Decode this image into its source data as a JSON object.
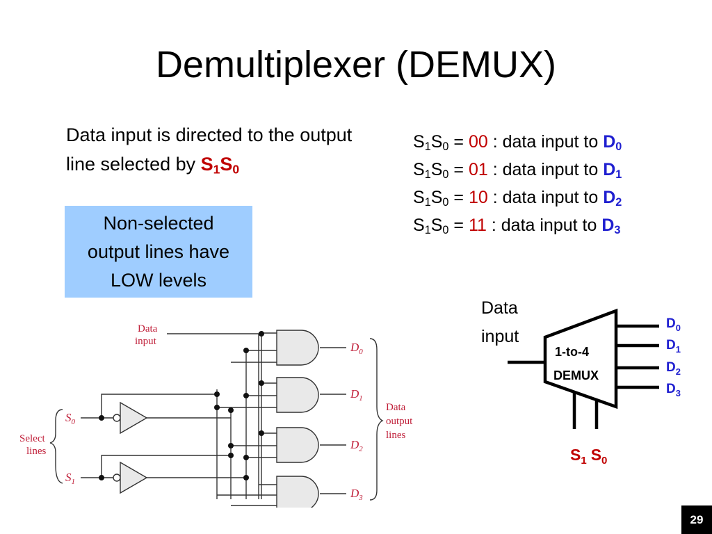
{
  "slide": {
    "title": "Demultiplexer (DEMUX)",
    "page_number": "29"
  },
  "intro": {
    "text": "Data input is directed to the output line selected by ",
    "sel_s": "S",
    "sel_1": "1",
    "sel_s2": "S",
    "sel_0": "0"
  },
  "note": {
    "line1": "Non-selected",
    "line2": "output lines have",
    "line3": "LOW levels"
  },
  "mapping": {
    "rows": [
      {
        "s": "S",
        "s1": "1",
        "s2": "S",
        "s0": "0",
        "eq": " = ",
        "code": "00",
        "text": " : data input to ",
        "d": "D",
        "dn": "0"
      },
      {
        "s": "S",
        "s1": "1",
        "s2": "S",
        "s0": "0",
        "eq": " = ",
        "code": "01",
        "text": " : data input to ",
        "d": "D",
        "dn": "1"
      },
      {
        "s": "S",
        "s1": "1",
        "s2": "S",
        "s0": "0",
        "eq": " = ",
        "code": "10",
        "text": " : data input to ",
        "d": "D",
        "dn": "2"
      },
      {
        "s": "S",
        "s1": "1",
        "s2": "S",
        "s0": "0",
        "eq": " = ",
        "code": "11",
        "text": " : data input to ",
        "d": "D",
        "dn": "3"
      }
    ]
  },
  "block": {
    "data_input_1": "Data",
    "data_input_2": "input",
    "label_1": "1-to-4",
    "label_2": "DEMUX",
    "outputs": [
      {
        "d": "D",
        "n": "0"
      },
      {
        "d": "D",
        "n": "1"
      },
      {
        "d": "D",
        "n": "2"
      },
      {
        "d": "D",
        "n": "3"
      }
    ],
    "sel_s1": "S",
    "sel_s1_n": "1",
    "sel_s0": "S",
    "sel_s0_n": "0"
  },
  "logic": {
    "data_label_1": "Data",
    "data_label_2": "input",
    "select_label_1": "Select",
    "select_label_2": "lines",
    "s0": "S",
    "s0_n": "0",
    "s1": "S",
    "s1_n": "1",
    "outputs": [
      {
        "d": "D",
        "n": "0"
      },
      {
        "d": "D",
        "n": "1"
      },
      {
        "d": "D",
        "n": "2"
      },
      {
        "d": "D",
        "n": "3"
      }
    ],
    "output_label_1": "Data",
    "output_label_2": "output",
    "output_label_3": "lines",
    "colors": {
      "label": "#c0203a",
      "wire": "#333333",
      "gate_fill": "#e9e9e9"
    }
  }
}
